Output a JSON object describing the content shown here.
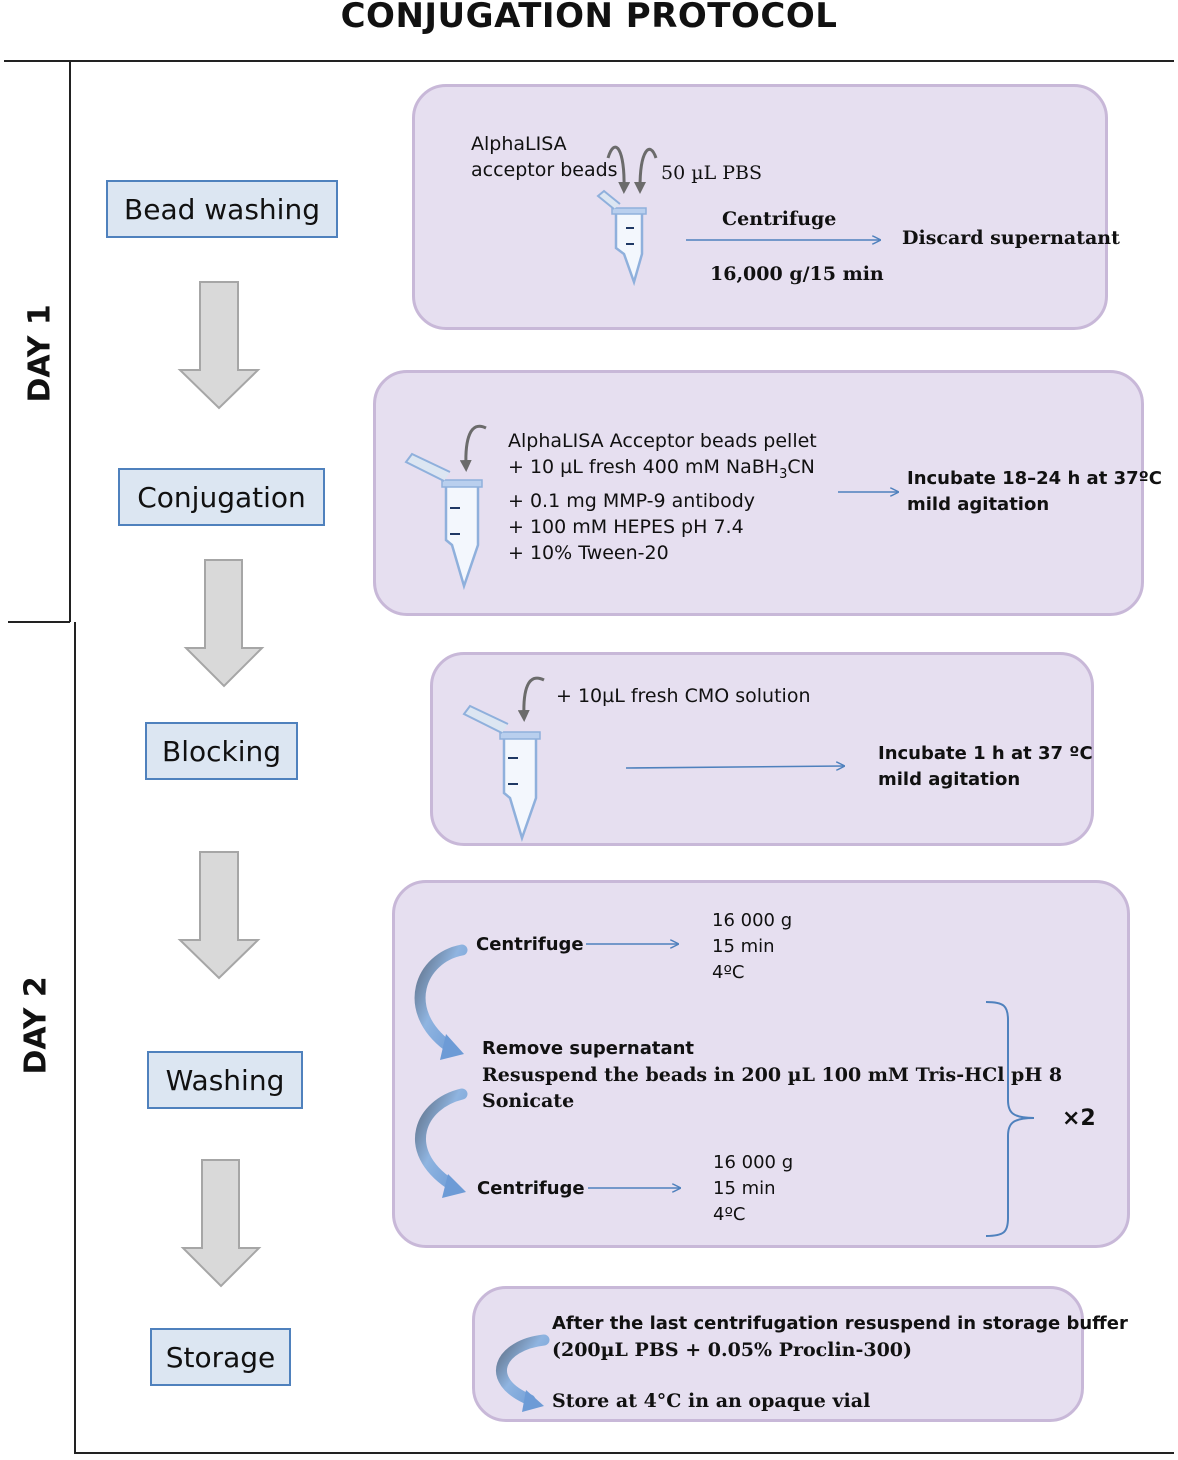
{
  "title": "CONJUGATION PROTOCOL",
  "days": {
    "day1": "DAY 1",
    "day2": "DAY 2"
  },
  "steps": [
    {
      "label": "Bead washing"
    },
    {
      "label": "Conjugation"
    },
    {
      "label": "Blocking"
    },
    {
      "label": "Washing"
    },
    {
      "label": "Storage"
    }
  ],
  "bead_washing": {
    "reagent_line1": "AlphaLISA",
    "reagent_line2": "acceptor beads",
    "buffer": "50 µL PBS",
    "action": "Centrifuge",
    "condition": "16,000 g/15 min",
    "result": "Discard supernatant"
  },
  "conjugation": {
    "line1": "AlphaLISA Acceptor beads pellet",
    "line2_pre": "+ 10 µL fresh 400 mM NaBH",
    "line2_sub": "3",
    "line2_post": "CN",
    "line3": "+ 0.1 mg MMP-9 antibody",
    "line4": "+ 100 mM HEPES pH 7.4",
    "line5": "+ 10% Tween-20",
    "result_line1": "Incubate 18–24 h at 37ºC",
    "result_line2": "mild agitation"
  },
  "blocking": {
    "reagent": "+ 10µL fresh CMO solution",
    "result_line1": "Incubate 1 h at 37 ºC",
    "result_line2": "mild agitation"
  },
  "washing": {
    "centrifuge1": "Centrifuge",
    "c1_speed": "16 000 g",
    "c1_time": "15 min",
    "c1_temp": "4ºC",
    "remove": "Remove supernatant",
    "resuspend": "Resuspend the beads in 200 µL 100 mM Tris-HCl pH 8",
    "sonicate": "Sonicate",
    "centrifuge2": "Centrifuge",
    "c2_speed": "16 000 g",
    "c2_time": "15 min",
    "c2_temp": "4ºC",
    "repeat": "×2"
  },
  "storage": {
    "line1": "After the last centrifugation resuspend in storage buffer",
    "line2": "(200µL PBS + 0.05% Proclin-300)",
    "line3": "Store at 4°C in an opaque vial"
  },
  "colors": {
    "step_fill": "#dce6f2",
    "step_border": "#4f81bd",
    "panel_fill": "#e6dff0",
    "panel_border": "#c8b8d8",
    "arrow_blue": "#4f81bd",
    "flow_arrow_fill": "#d9d9d9"
  }
}
